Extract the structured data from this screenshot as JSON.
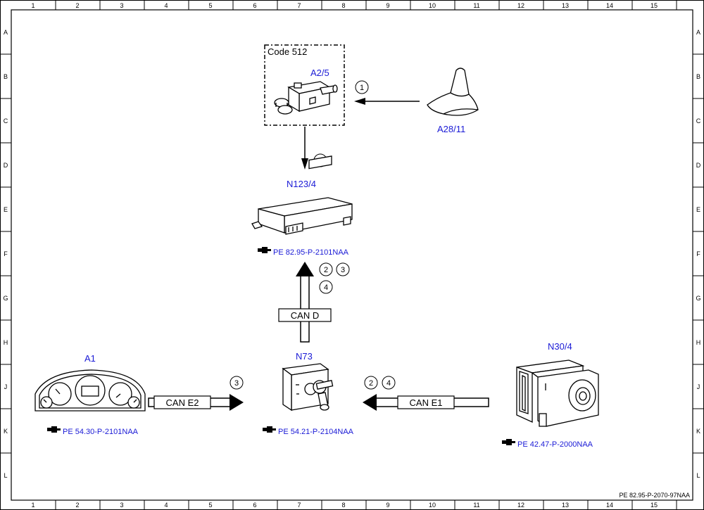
{
  "frame": {
    "columns": [
      "1",
      "2",
      "3",
      "4",
      "5",
      "6",
      "7",
      "8",
      "9",
      "10",
      "11",
      "12",
      "13",
      "14",
      "15"
    ],
    "rows": [
      "A",
      "B",
      "C",
      "D",
      "E",
      "F",
      "G",
      "H",
      "J",
      "K",
      "L"
    ],
    "doc_ref": "PE 82.95-P-2070-97NAA"
  },
  "components": {
    "a2_5": {
      "label": "A2/5",
      "option_code": "Code 512"
    },
    "a28_11": {
      "label": "A28/11"
    },
    "n123_4": {
      "label": "N123/4",
      "ref": "PE 82.95-P-2101NAA"
    },
    "a1": {
      "label": "A1",
      "ref": "PE 54.30-P-2101NAA"
    },
    "n73": {
      "label": "N73",
      "ref": "PE 54.21-P-2104NAA"
    },
    "n30_4": {
      "label": "N30/4",
      "ref": "PE 42.47-P-2000NAA"
    }
  },
  "buses": {
    "can_d": "CAN D",
    "can_e2": "CAN E2",
    "can_e1": "CAN E1"
  },
  "signals": {
    "s1": "1",
    "s2": "2",
    "s3": "3",
    "s4": "4"
  },
  "icons": {
    "reference": "pointing-hand-icon"
  }
}
